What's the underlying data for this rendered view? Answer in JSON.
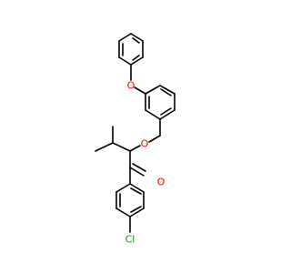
{
  "molecule": {
    "atoms": [
      {
        "id": "O1",
        "label": "O"
      },
      {
        "id": "O2",
        "label": "O"
      },
      {
        "id": "O3",
        "label": "O"
      },
      {
        "id": "Cl1",
        "label": "Cl"
      }
    ],
    "colors": {
      "oxygen": "#ff0000",
      "chlorine": "#00a000",
      "bond": "#000000"
    }
  }
}
